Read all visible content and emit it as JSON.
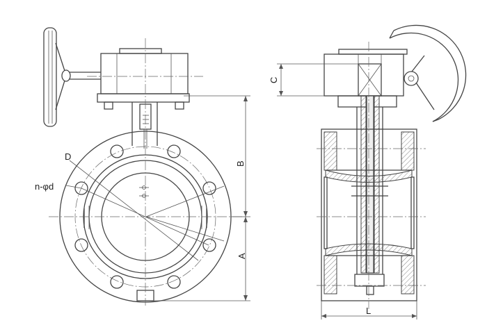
{
  "labels": {
    "D": "D",
    "n_phi_d": "n-φd",
    "B": "B",
    "A": "A",
    "C": "C",
    "L": "L"
  }
}
